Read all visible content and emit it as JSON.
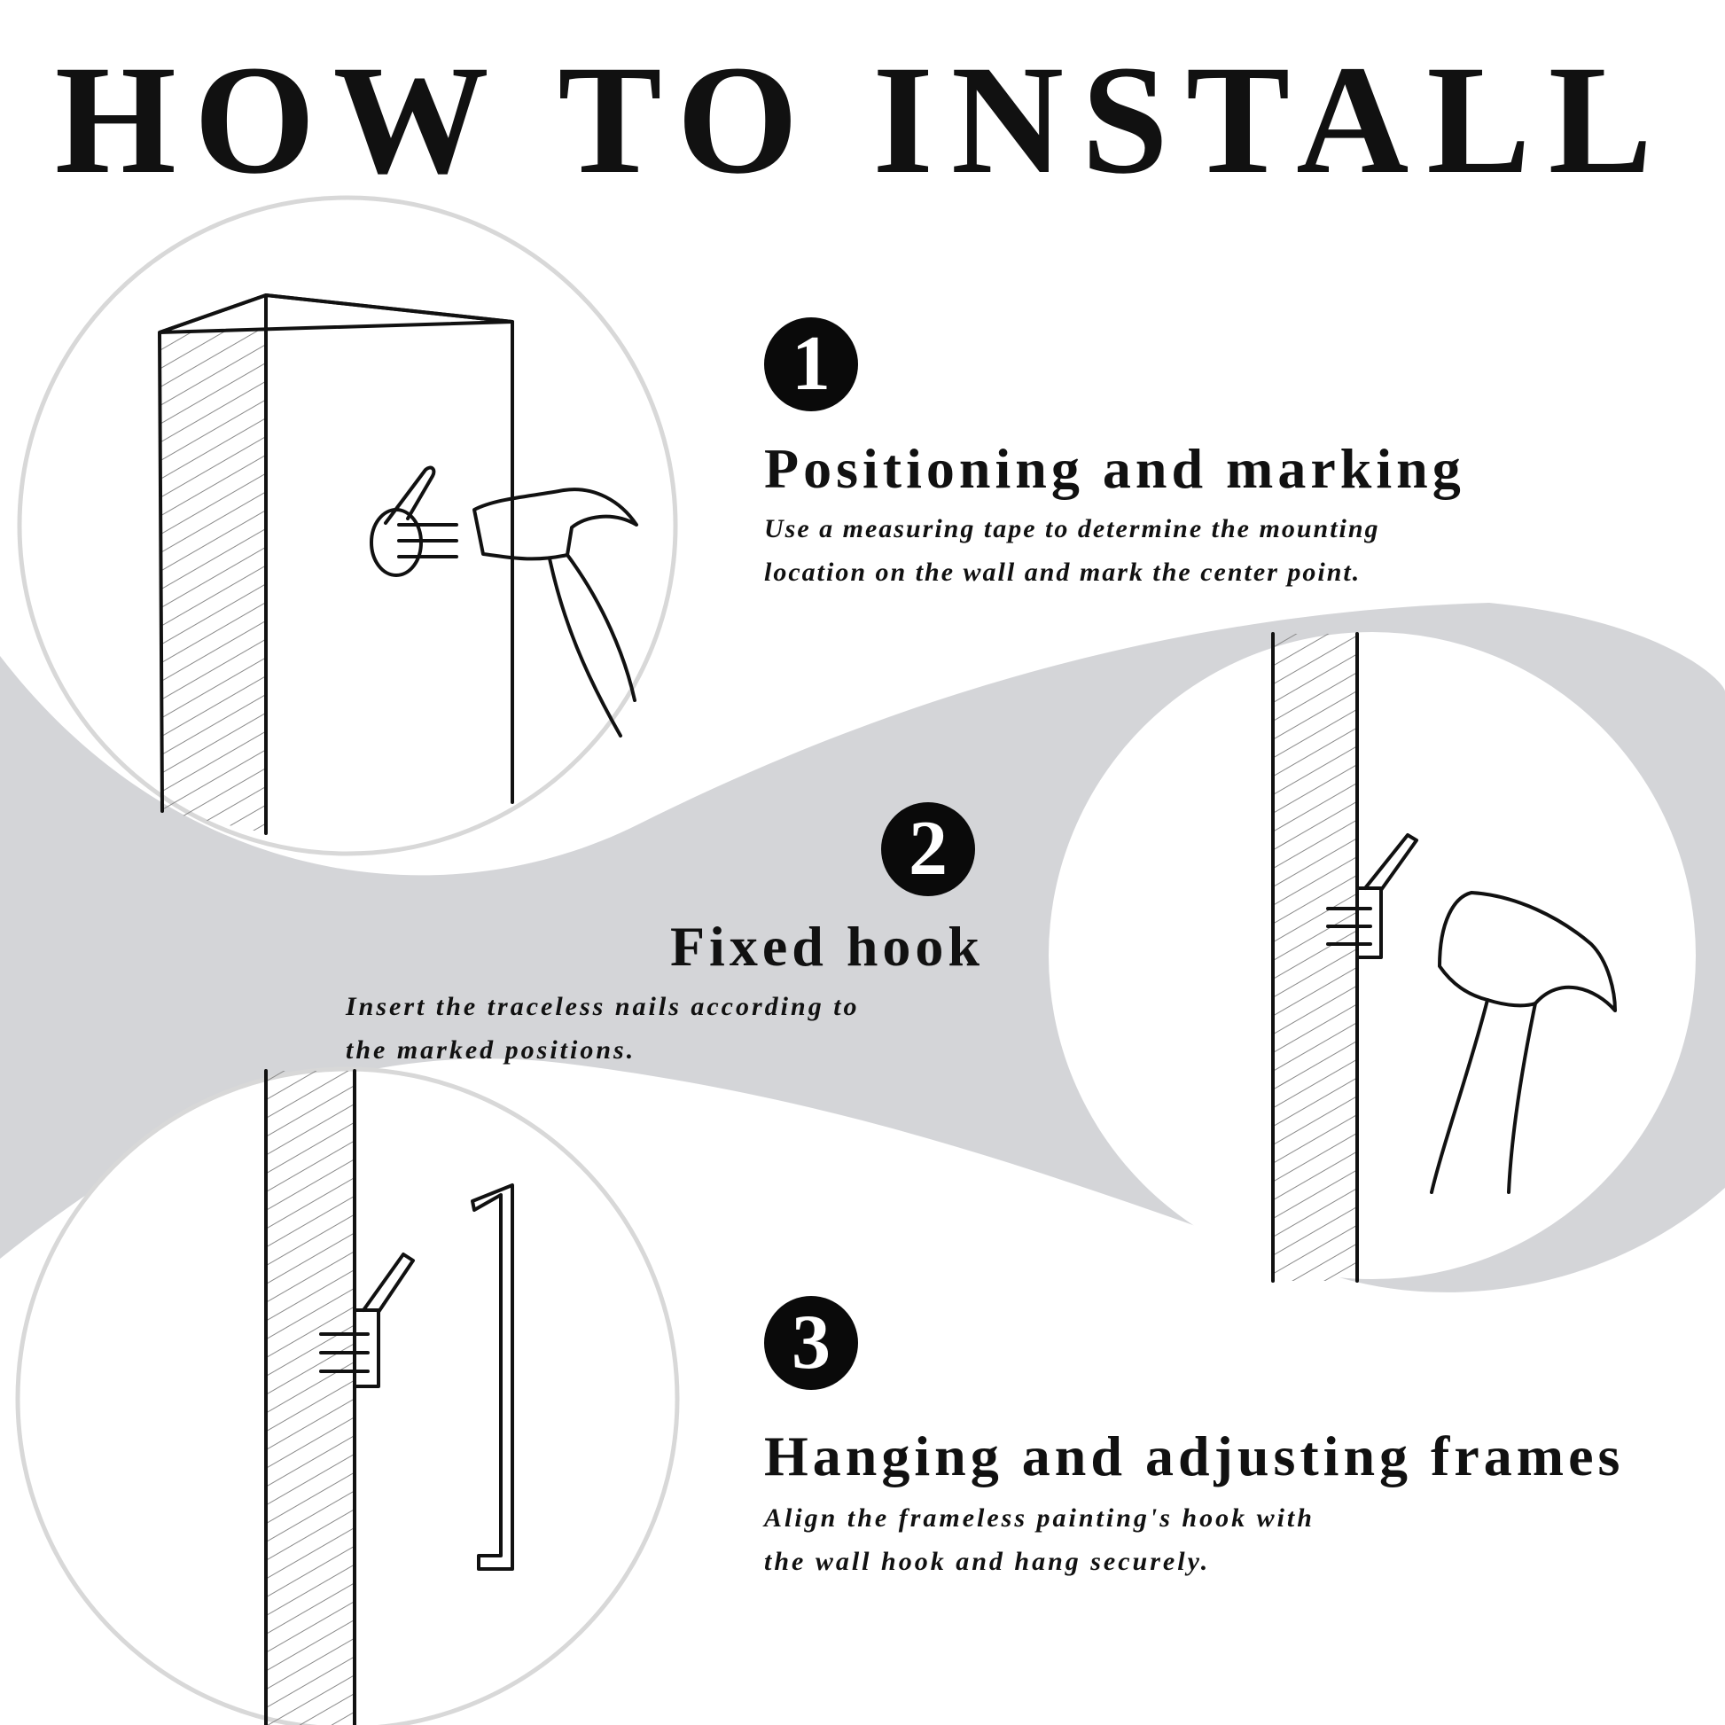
{
  "title": "HOW TO INSTALL",
  "colors": {
    "band": "#d4d5d8",
    "circle_border": "#d8d8d8",
    "ink": "#111111",
    "badge": "#0a0a0a"
  },
  "steps": [
    {
      "number": "1",
      "title": "Positioning and marking",
      "description_lines": [
        "Use a measuring tape to determine the mounting",
        "location on the wall and mark the center point."
      ]
    },
    {
      "number": "2",
      "title": "Fixed hook",
      "description_lines": [
        "Insert the traceless nails according to",
        "the marked positions."
      ]
    },
    {
      "number": "3",
      "title": "Hanging and adjusting frames",
      "description_lines": [
        "Align the frameless painting's hook with",
        "the wall hook and hang securely."
      ]
    }
  ]
}
